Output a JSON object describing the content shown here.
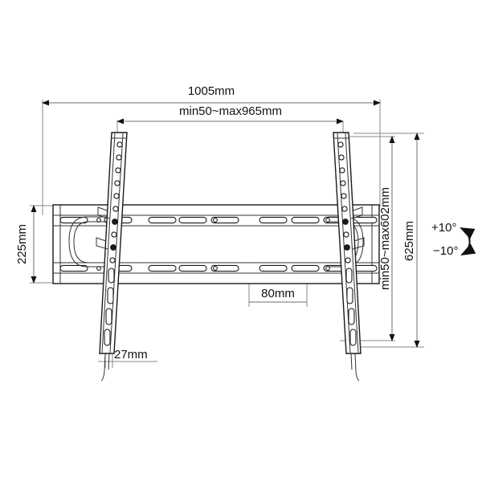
{
  "drawing": {
    "title": "TV wall mount bracket dimension drawing",
    "units": "mm",
    "dimensions": {
      "overall_width": "1005mm",
      "mount_width_range": "min50~max965mm",
      "plate_height": "225mm",
      "mount_height_range": "min50~max602mm",
      "arm_length": "625mm",
      "wall_offset": "80mm",
      "depth": "27mm"
    },
    "tilt": {
      "up": "+10°",
      "down": "−10°"
    }
  },
  "colors": {
    "line": "#1a1a1a",
    "dimension_line": "#6d6d6d",
    "background": "#ffffff"
  }
}
